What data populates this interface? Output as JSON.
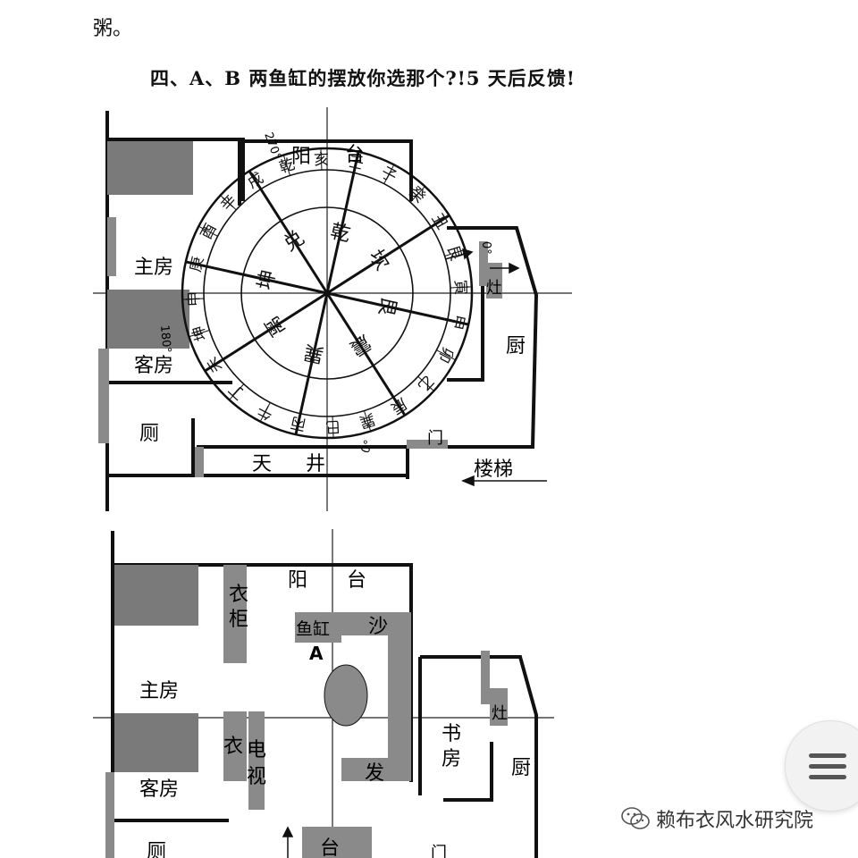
{
  "page": {
    "top_fragment": "粥。",
    "heading": "四、A、B 两鱼缸的摆放你选那个?!5 天后反馈!"
  },
  "plan_a": {
    "rooms": {
      "master": "主房",
      "living": "客房",
      "toilet": "厕",
      "kitchen": "厨",
      "courtyard": [
        "天",
        "井"
      ],
      "stairs": "楼梯",
      "door": "门",
      "stove": "灶",
      "balcony": [
        "阳",
        "台"
      ]
    },
    "degrees": {
      "d270": "270°",
      "d180": "180°",
      "d90": "0°",
      "d0": "0°"
    },
    "trigrams": [
      "乾",
      "坎",
      "艮",
      "震",
      "巽",
      "离",
      "坤",
      "兑"
    ],
    "mountains": [
      "亥",
      "壬",
      "子",
      "癸",
      "丑",
      "艮",
      "寅",
      "甲",
      "卯",
      "乙",
      "辰",
      "巽",
      "巳",
      "丙",
      "午",
      "丁",
      "未",
      "坤",
      "申",
      "庚",
      "酉",
      "辛",
      "戌",
      "乾"
    ]
  },
  "plan_b": {
    "rooms": {
      "balcony": [
        "阳",
        "台"
      ],
      "wardrobe": [
        "衣",
        "柜"
      ],
      "master": "主房",
      "living": "客房",
      "wardrobe2": "衣",
      "tv": [
        "电",
        "视"
      ],
      "fishtank": "鱼缸",
      "label_a": "A",
      "sofa_top": "沙",
      "sofa_bottom": "发",
      "study": [
        "书",
        "房"
      ],
      "kitchen": "厨",
      "stove": "灶",
      "toilet": "厕",
      "table": "台",
      "door": "门"
    }
  },
  "watermark": {
    "text": "赖布衣风水研究院",
    "icon": "wechat-icon"
  }
}
